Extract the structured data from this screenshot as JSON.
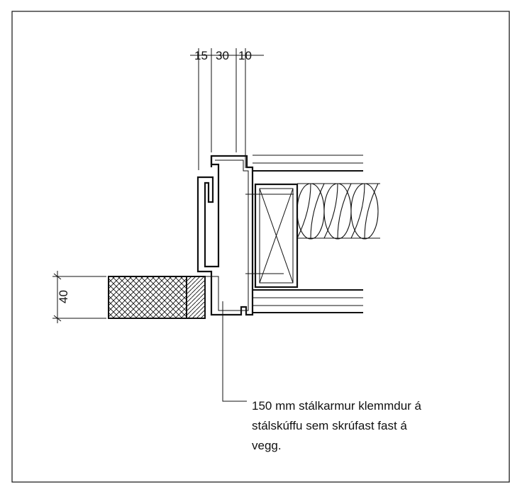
{
  "dimensions": {
    "top": [
      "15",
      "30",
      "10"
    ],
    "left": "40"
  },
  "annotation": {
    "lines": [
      "150 mm stálkarmur klemmdur á",
      "stálskúffu sem skrúfast fast á",
      "vegg."
    ]
  },
  "colors": {
    "ink": "#111111",
    "paper": "#ffffff"
  }
}
